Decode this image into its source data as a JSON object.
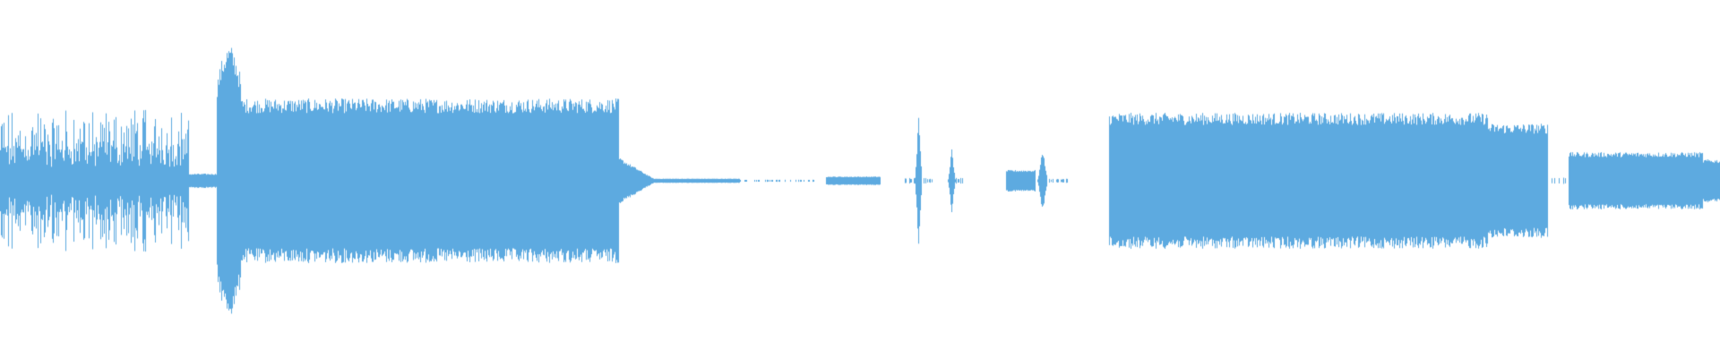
{
  "waveform": {
    "color": "#5DAAE0",
    "background": "#FFFFFF",
    "segments": [
      {
        "from": 0.0,
        "to": 0.11,
        "amp": 0.2,
        "style": "sparse"
      },
      {
        "from": 0.11,
        "to": 0.126,
        "amp": 0.02,
        "style": "dense"
      },
      {
        "from": 0.126,
        "to": 0.14,
        "amp": 0.38,
        "style": "attack"
      },
      {
        "from": 0.14,
        "to": 0.36,
        "amp": 0.23,
        "style": "dense"
      },
      {
        "from": 0.36,
        "to": 0.38,
        "amp": 0.06,
        "style": "decay"
      },
      {
        "from": 0.38,
        "to": 0.43,
        "amp": 0.006,
        "style": "dense"
      },
      {
        "from": 0.43,
        "to": 0.475,
        "amp": 0.003,
        "style": "dots"
      },
      {
        "from": 0.48,
        "to": 0.512,
        "amp": 0.012,
        "style": "dense"
      },
      {
        "from": 0.526,
        "to": 0.542,
        "amp": 0.008,
        "style": "dots"
      },
      {
        "from": 0.532,
        "to": 0.536,
        "amp": 0.18,
        "style": "spike"
      },
      {
        "from": 0.548,
        "to": 0.56,
        "amp": 0.008,
        "style": "dots"
      },
      {
        "from": 0.551,
        "to": 0.555,
        "amp": 0.09,
        "style": "spike"
      },
      {
        "from": 0.585,
        "to": 0.602,
        "amp": 0.03,
        "style": "dense"
      },
      {
        "from": 0.603,
        "to": 0.609,
        "amp": 0.09,
        "style": "spike"
      },
      {
        "from": 0.609,
        "to": 0.622,
        "amp": 0.006,
        "style": "dots"
      },
      {
        "from": 0.645,
        "to": 0.865,
        "amp": 0.19,
        "style": "dense"
      },
      {
        "from": 0.865,
        "to": 0.9,
        "amp": 0.16,
        "style": "dense"
      },
      {
        "from": 0.9,
        "to": 0.912,
        "amp": 0.01,
        "style": "dots"
      },
      {
        "from": 0.912,
        "to": 0.99,
        "amp": 0.08,
        "style": "dense"
      },
      {
        "from": 0.99,
        "to": 1.0,
        "amp": 0.06,
        "style": "dense"
      }
    ]
  }
}
